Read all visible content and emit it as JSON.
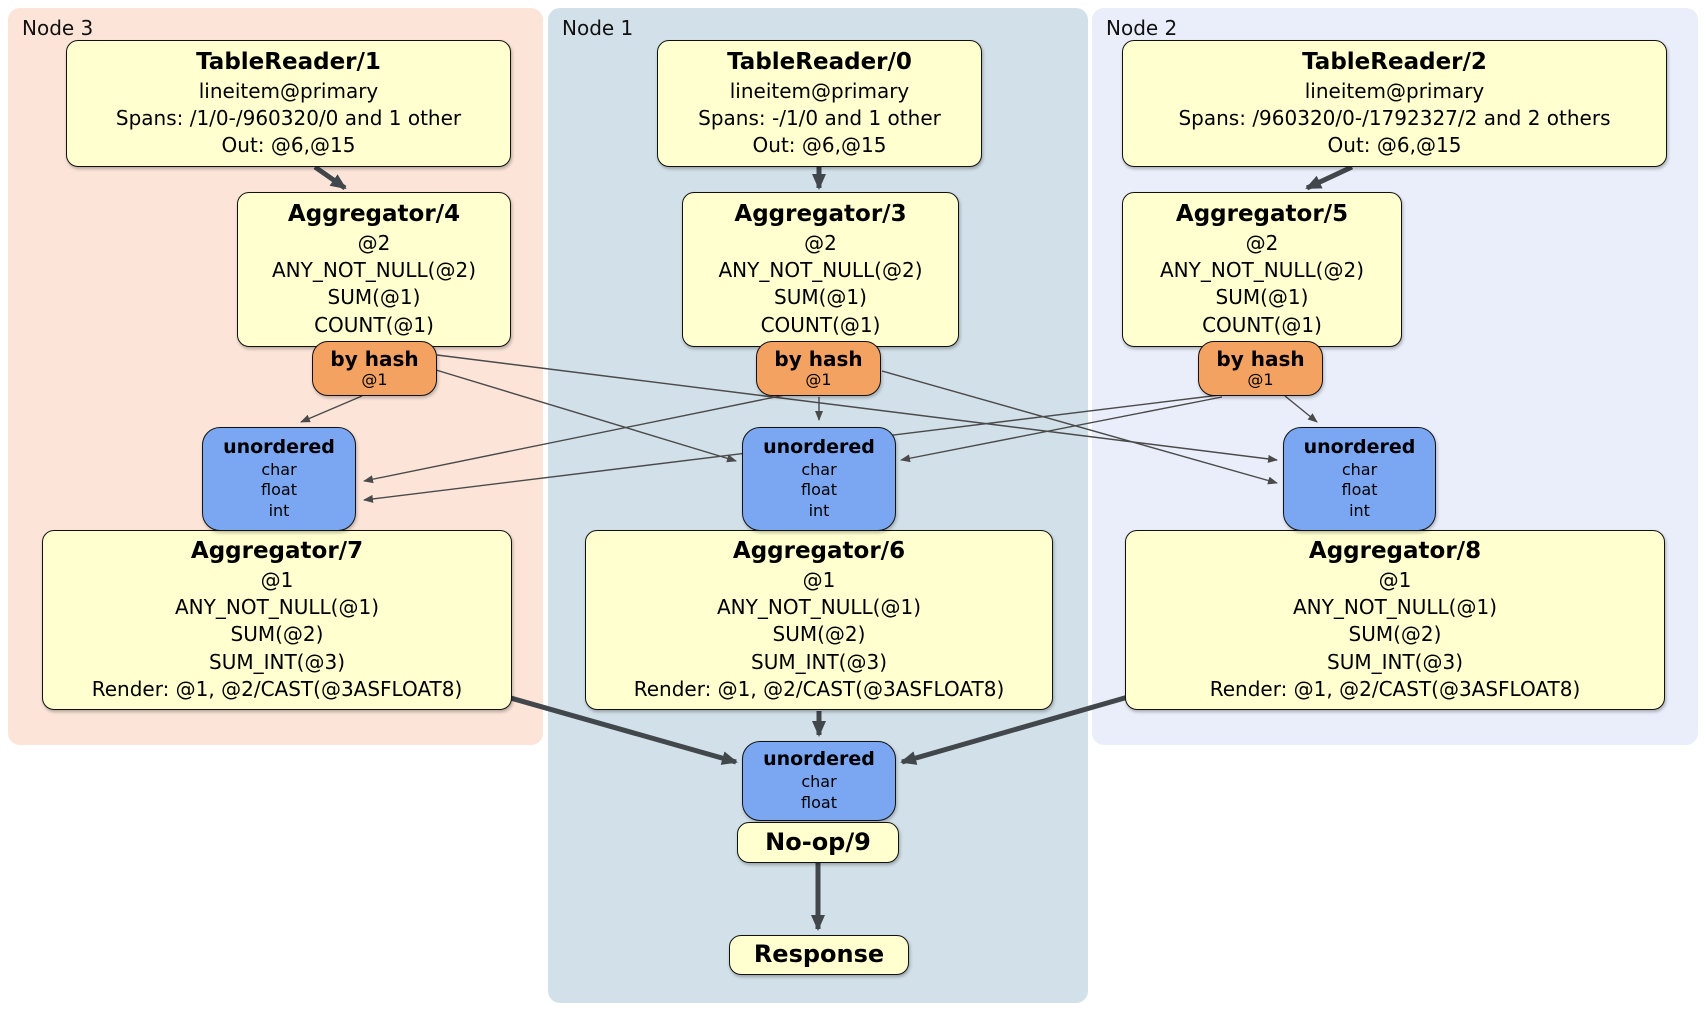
{
  "colors": {
    "node3_bg": "#fce4d8",
    "node1_bg": "#d2e0e9",
    "node2_bg": "#e9eefa",
    "processor_fill": "#ffffcf",
    "router_fill": "#f4a262",
    "sync_fill": "#7aa6f2",
    "edge_thick": "#41474b",
    "edge_thin": "#4a4a4a"
  },
  "panels": {
    "node3": {
      "label": "Node 3"
    },
    "node1": {
      "label": "Node 1"
    },
    "node2": {
      "label": "Node 2"
    }
  },
  "processors": {
    "tr1": {
      "title": "TableReader/1",
      "lines": [
        "lineitem@primary",
        "Spans: /1/0-/960320/0 and 1 other",
        "Out: @6,@15"
      ]
    },
    "tr0": {
      "title": "TableReader/0",
      "lines": [
        "lineitem@primary",
        "Spans: -/1/0 and 1 other",
        "Out: @6,@15"
      ]
    },
    "tr2": {
      "title": "TableReader/2",
      "lines": [
        "lineitem@primary",
        "Spans: /960320/0-/1792327/2 and 2 others",
        "Out: @6,@15"
      ]
    },
    "agg4": {
      "title": "Aggregator/4",
      "lines": [
        "@2",
        "ANY_NOT_NULL(@2)",
        "SUM(@1)",
        "COUNT(@1)"
      ]
    },
    "agg3": {
      "title": "Aggregator/3",
      "lines": [
        "@2",
        "ANY_NOT_NULL(@2)",
        "SUM(@1)",
        "COUNT(@1)"
      ]
    },
    "agg5": {
      "title": "Aggregator/5",
      "lines": [
        "@2",
        "ANY_NOT_NULL(@2)",
        "SUM(@1)",
        "COUNT(@1)"
      ]
    },
    "agg7": {
      "title": "Aggregator/7",
      "lines": [
        "@1",
        "ANY_NOT_NULL(@1)",
        "SUM(@2)",
        "SUM_INT(@3)",
        "Render: @1, @2/CAST(@3ASFLOAT8)"
      ]
    },
    "agg6": {
      "title": "Aggregator/6",
      "lines": [
        "@1",
        "ANY_NOT_NULL(@1)",
        "SUM(@2)",
        "SUM_INT(@3)",
        "Render: @1, @2/CAST(@3ASFLOAT8)"
      ]
    },
    "agg8": {
      "title": "Aggregator/8",
      "lines": [
        "@1",
        "ANY_NOT_NULL(@1)",
        "SUM(@2)",
        "SUM_INT(@3)",
        "Render: @1, @2/CAST(@3ASFLOAT8)"
      ]
    },
    "noop": {
      "title": "No-op/9"
    },
    "response": {
      "title": "Response"
    }
  },
  "routers": {
    "hash3": {
      "title": "by hash",
      "detail": "@1"
    },
    "hash1": {
      "title": "by hash",
      "detail": "@1"
    },
    "hash2": {
      "title": "by hash",
      "detail": "@1"
    }
  },
  "syncs": {
    "sync3": {
      "title": "unordered",
      "columns": [
        "char",
        "float",
        "int"
      ]
    },
    "sync1": {
      "title": "unordered",
      "columns": [
        "char",
        "float",
        "int"
      ]
    },
    "sync2": {
      "title": "unordered",
      "columns": [
        "char",
        "float",
        "int"
      ]
    },
    "sync_final": {
      "title": "unordered",
      "columns": [
        "char",
        "float"
      ]
    }
  }
}
